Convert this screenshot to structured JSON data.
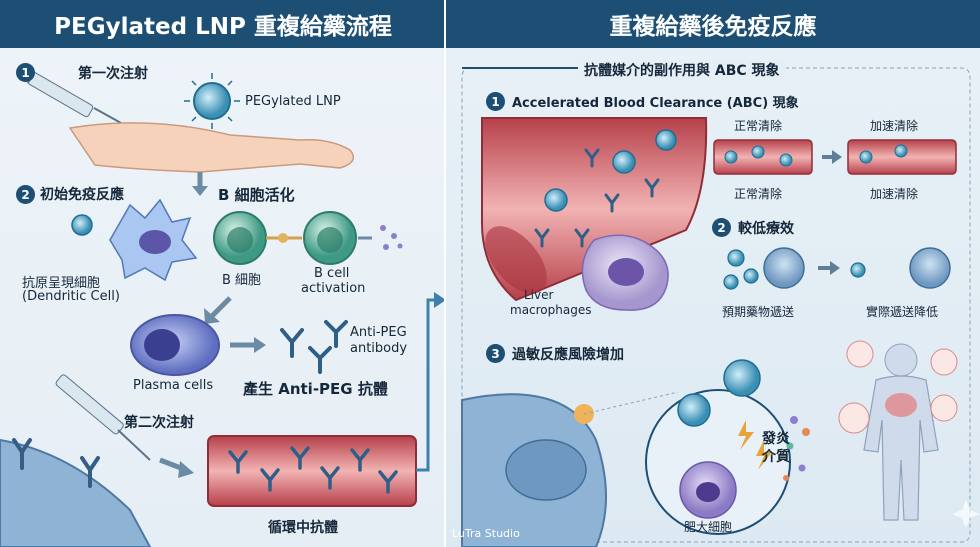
{
  "left_header": "PEGylated LNP 重複給藥流程",
  "right_header": "重複給藥後免疫反應",
  "step1": {
    "num": "1",
    "label": "第一次注射",
    "lnp_label": "PEGylated LNP"
  },
  "step2": {
    "num": "2",
    "label": "初始免疫反應",
    "b_activation": "B 細胞活化",
    "apc_label": "抗原呈現細胞",
    "apc_sub": "(Dendritic Cell)",
    "b_cell": "B 細胞",
    "b_cell_act_1": "B cell",
    "b_cell_act_2": "activation"
  },
  "plasma": {
    "label": "Plasma cells",
    "antibody_1": "Anti-PEG",
    "antibody_2": "antibody",
    "produce": "產生 Anti-PEG 抗體"
  },
  "second": {
    "label": "第二次注射",
    "circulating": "循環中抗體"
  },
  "right": {
    "subtitle": "抗體媒介的副作用與 ABC 現象",
    "abc": {
      "num": "1",
      "title": "Accelerated Blood Clearance (ABC) 現象",
      "normal_top": "正常清除",
      "fast_top": "加速清除",
      "normal_bottom": "正常清除",
      "fast_bottom": "加速清除",
      "liver_1": "Liver",
      "liver_2": "macrophages"
    },
    "efficacy": {
      "num": "2",
      "title": "較低療效",
      "expected": "預期藥物遞送",
      "actual": "實際遞送降低"
    },
    "allergy": {
      "num": "3",
      "title": "過敏反應風險增加",
      "mediator_1": "發炎",
      "mediator_2": "介質",
      "mast": "肥大細胞"
    },
    "credit": "LuTra Studio"
  }
}
